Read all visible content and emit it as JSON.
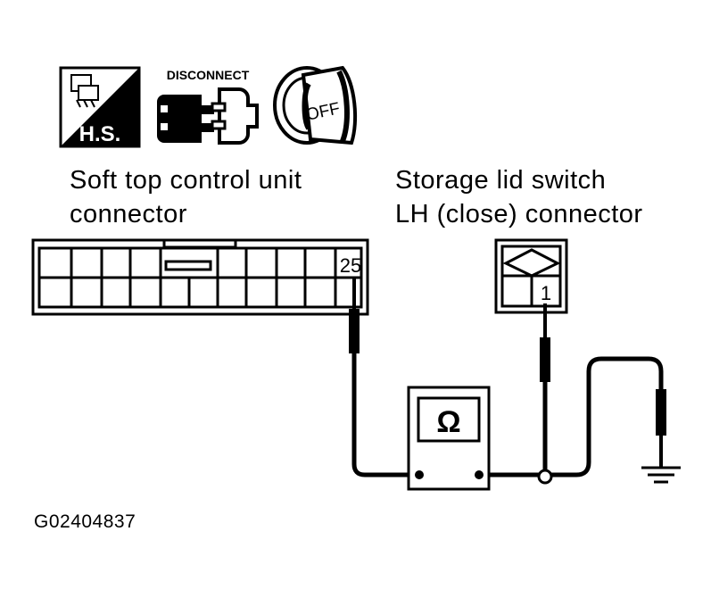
{
  "icons": {
    "harness_label": "H.S.",
    "disconnect_label": "DISCONNECT",
    "ignition_label": "OFF"
  },
  "connectors": {
    "left": {
      "title_line1": "Soft top control unit",
      "title_line2": "connector",
      "pin": "25"
    },
    "right": {
      "title_line1": "Storage lid switch",
      "title_line2": "LH (close) connector",
      "pin": "1"
    }
  },
  "meter": {
    "symbol": "Ω"
  },
  "figure_id": "G02404837"
}
